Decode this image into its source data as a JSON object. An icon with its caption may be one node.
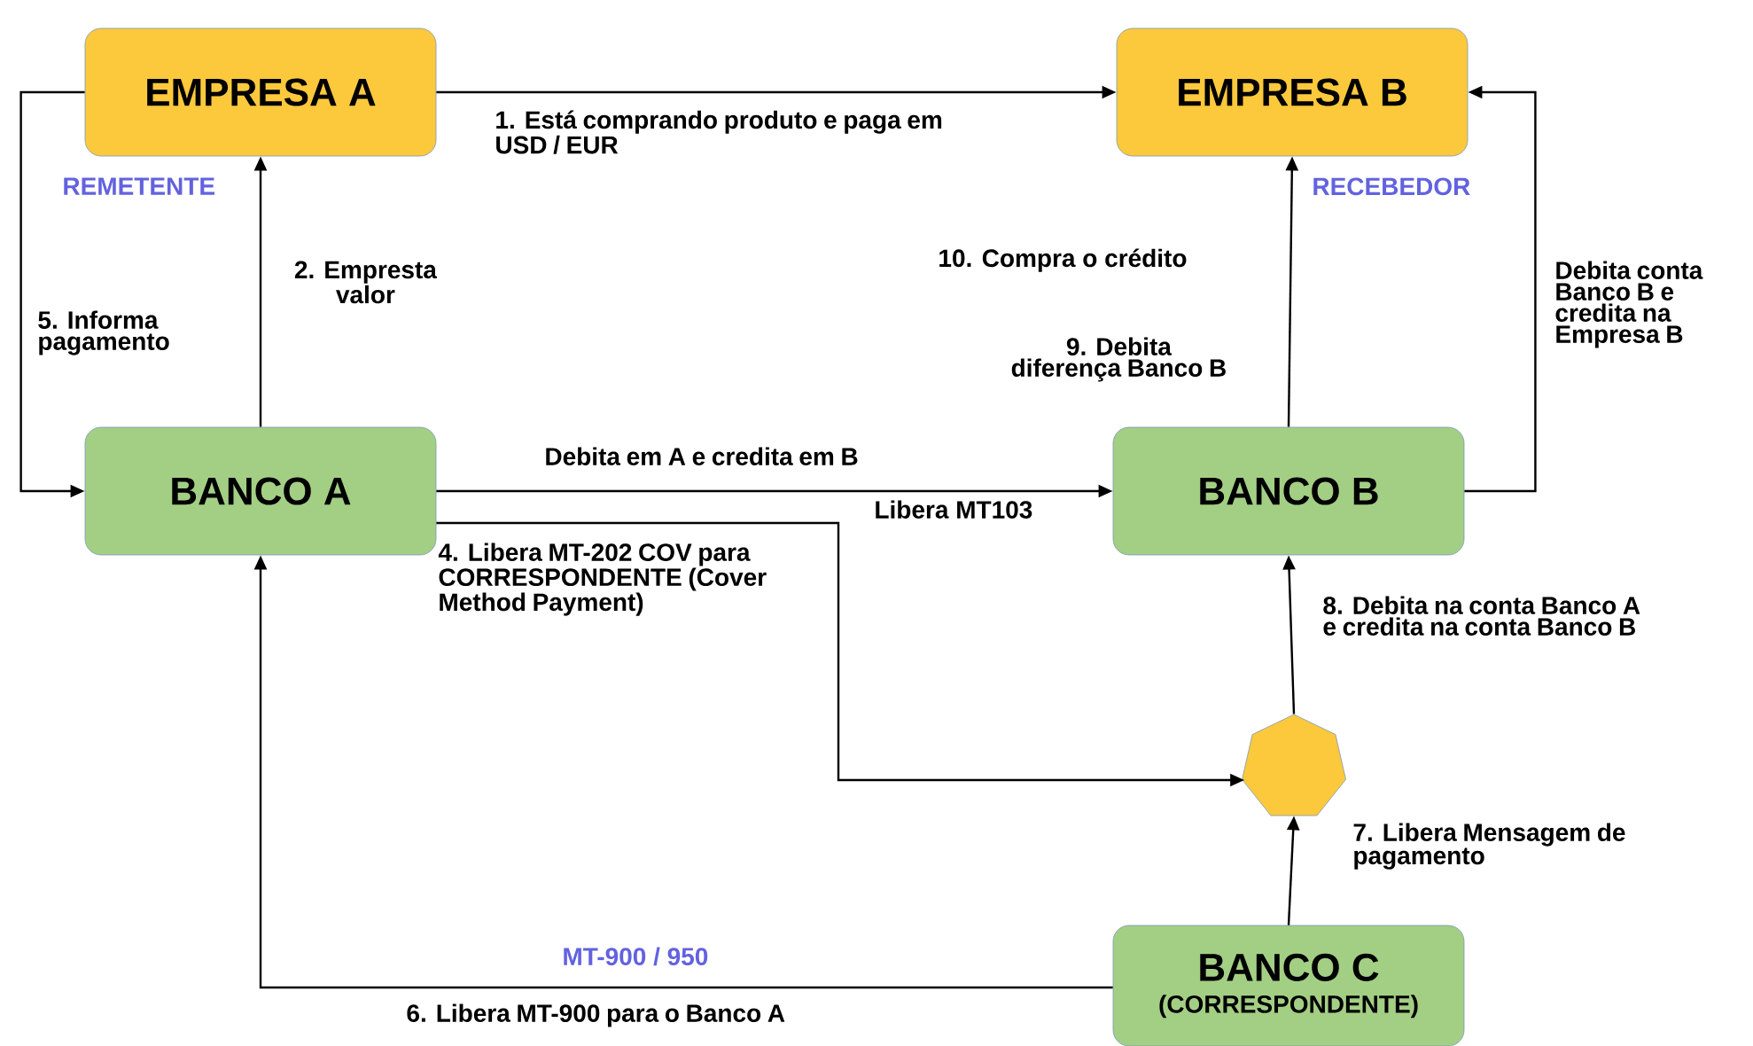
{
  "diagram": {
    "nodes": [
      {
        "text": [
          "EMPRESA A"
        ],
        "beside": [
          "REMETENTE"
        ]
      },
      {
        "text": [
          "EMPRESA B"
        ],
        "beside": [
          "RECEBEDOR"
        ]
      },
      {
        "text": [
          "BANCO A"
        ]
      },
      {
        "text": [
          "BANCO B"
        ]
      },
      {
        "text": [],
        "shape": "heptagon"
      },
      {
        "text": [
          "BANCO C",
          "(CORRESPONDENTE)"
        ]
      }
    ],
    "edges": [
      {
        "from": 0,
        "to": 1,
        "arrow": "to",
        "label": "1. Está comprando produto e paga em USD / EUR"
      },
      {
        "from": 2,
        "to": 0,
        "arrow": "to",
        "label": "2. Empresta valor"
      },
      {
        "from": 0,
        "to": 2,
        "arrow": "to",
        "label": "5. Informa pagamento"
      },
      {
        "from": 2,
        "to": 3,
        "arrow": "to",
        "label": "Debita em A e credita em B"
      },
      {
        "from": 2,
        "to": 4,
        "arrow": "to",
        "label": "4. Libera MT-202 COV para CORRESPONDENTE (Cover Method Payment)"
      },
      {
        "from": 5,
        "to": 2,
        "arrow": "to",
        "label": "6. Libera MT-900 para o Banco A"
      },
      {
        "from": 5,
        "to": 4,
        "arrow": "to",
        "label": "7. Libera Mensagem de pagamento"
      },
      {
        "from": 4,
        "to": 3,
        "arrow": "to",
        "label": "8. Debita na conta Banco A e credita na conta Banco B"
      },
      {
        "from": 3,
        "to": 1,
        "arrow": "to",
        "label": "9. Debita diferença Banco B"
      },
      {
        "from": 3,
        "to": 1,
        "arrow": "to",
        "label": "Debita conta Banco B e credita na Empresa B"
      }
    ],
    "labels": [
      "10. Compra o crédito",
      "Libera MT103",
      "MT-900 / 950"
    ]
  }
}
